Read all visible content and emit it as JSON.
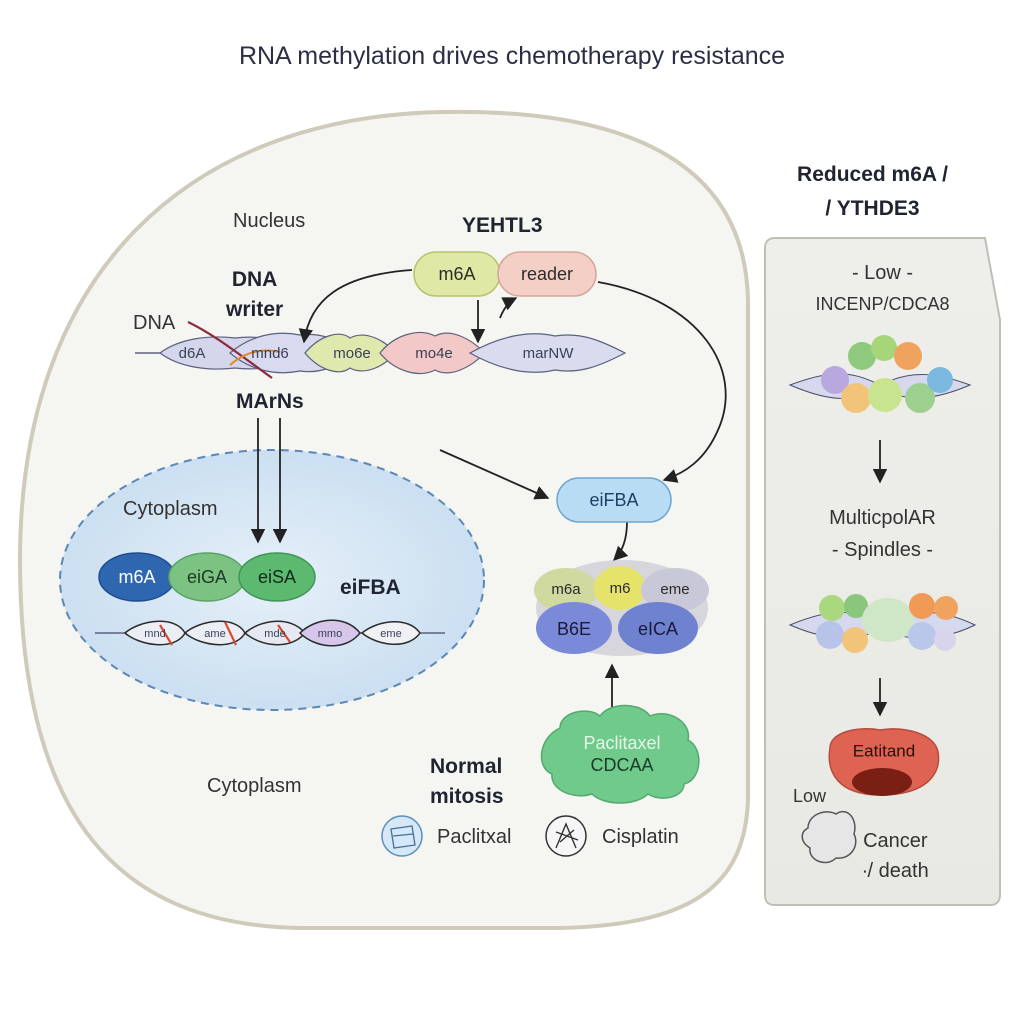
{
  "title": "RNA methylation drives chemotherapy resistance",
  "nucleus": {
    "label": "Nucleus",
    "writer_label": "DNA\nwriter",
    "dna_label": "DNA",
    "reader_protein": "YEHTL3",
    "m6a_pill": "m6A",
    "reader_pill": "reader",
    "strand_segments": [
      "d6A",
      "mnd6",
      "mo6e",
      "mo4e",
      "marNW"
    ],
    "marns_label": "MArNs"
  },
  "cytoplasm_inner": {
    "label": "Cytoplasm",
    "pills": [
      "m6A",
      "eiGA",
      "eiSA"
    ],
    "factor_label": "eiFBA",
    "strand_segments": [
      "mnd",
      "ame",
      "mde",
      "mmo",
      "eme"
    ]
  },
  "cytoplasm_label": "Cytoplasm",
  "eifba_pill": "eiFBA",
  "complex": {
    "top": [
      "m6a",
      "m6",
      "eme"
    ],
    "bottom": [
      "B6E",
      "eICA"
    ]
  },
  "drug_cloud": {
    "line1": "Paclitaxel",
    "line2": "CDCAA"
  },
  "normal_mitosis": "Normal\nmitosis",
  "drugs": [
    {
      "name": "Paclitxal",
      "icon": "pill-pack-icon"
    },
    {
      "name": "Cisplatin",
      "icon": "molecule-icon"
    }
  ],
  "side_panel": {
    "heading": "Reduced m6A /\n/ YTHDE3",
    "low_label": "- Low -",
    "genes": "INCENP/CDCA8",
    "spindles": "MulticpolAR\n- Spindles -",
    "cell_label": "Eatitand",
    "low_bottom": "Low",
    "outcome": "Cancer\n∙/ death"
  },
  "colors": {
    "cell_fill": "#f4f4f0",
    "cell_border": "#cbc8b8",
    "cytoplasm_blue": "#cfe1f2",
    "m6a_yellow": "#dfe9a6",
    "reader_pink": "#f4d0c8",
    "dark_blue": "#2f6cb4",
    "green": "#6dbf78",
    "eifba_blue": "#b9dcf2",
    "cloud_green": "#6ec98a",
    "red_cell": "#d9574a"
  }
}
